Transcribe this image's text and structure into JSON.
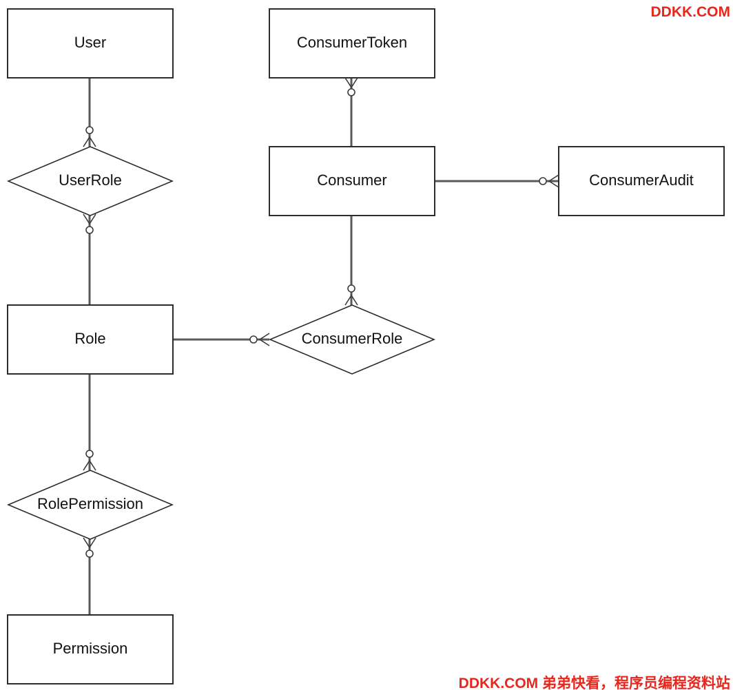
{
  "diagram": {
    "entities": [
      {
        "id": "user",
        "label": "User"
      },
      {
        "id": "consumer-token",
        "label": "ConsumerToken"
      },
      {
        "id": "consumer",
        "label": "Consumer"
      },
      {
        "id": "consumer-audit",
        "label": "ConsumerAudit"
      },
      {
        "id": "role",
        "label": "Role"
      },
      {
        "id": "permission",
        "label": "Permission"
      }
    ],
    "relationships": [
      {
        "id": "user-role",
        "label": "UserRole"
      },
      {
        "id": "consumer-role",
        "label": "ConsumerRole"
      },
      {
        "id": "role-permission",
        "label": "RolePermission"
      }
    ]
  },
  "watermarks": {
    "top": "DDKK.COM",
    "bottom": "DDKK.COM 弟弟快看，程序员编程资料站"
  },
  "colors": {
    "line": "#5a5a5a",
    "border": "#2b2b2b",
    "watermark": "#e8261c"
  }
}
